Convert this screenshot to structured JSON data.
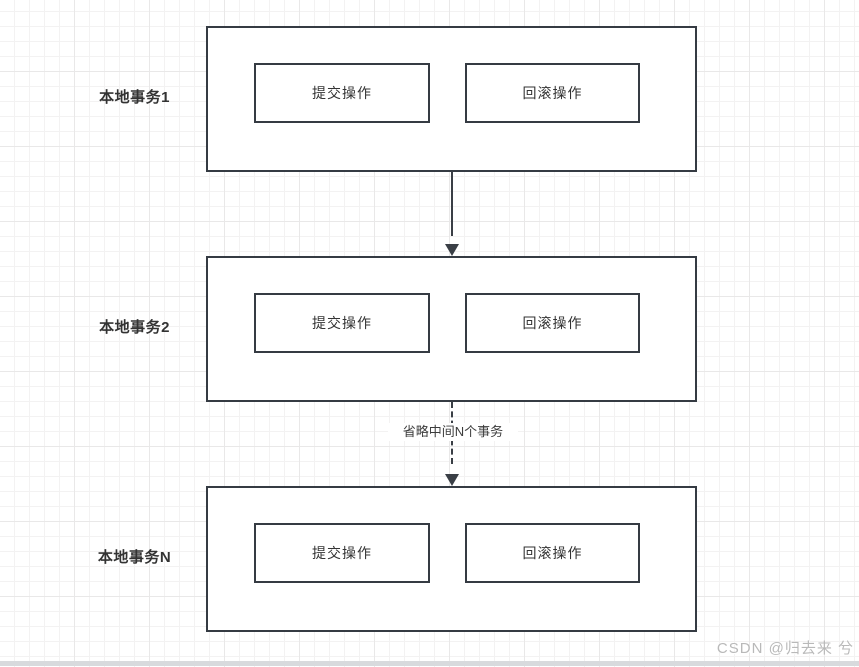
{
  "diagram": {
    "rows": [
      {
        "label": "本地事务1",
        "commit": "提交操作",
        "rollback": "回滚操作"
      },
      {
        "label": "本地事务2",
        "commit": "提交操作",
        "rollback": "回滚操作"
      },
      {
        "label": "本地事务N",
        "commit": "提交操作",
        "rollback": "回滚操作"
      }
    ],
    "connector_label": "省略中间N个事务"
  },
  "page": {
    "watermark": "CSDN @归去来 兮"
  },
  "colors": {
    "shape_border": "#353b43",
    "text": "#333333",
    "arrow": "#3a3f46",
    "grid_minor": "#f3f2f2",
    "grid_major": "#e9e8e8",
    "watermark": "#b9b9b9",
    "bottom_bar": "#d8dadd"
  }
}
